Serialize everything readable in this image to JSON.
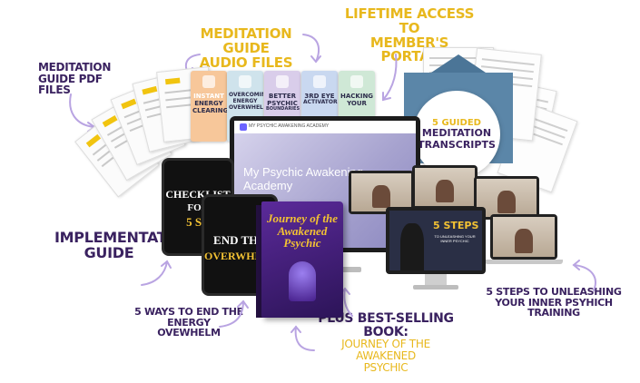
{
  "labels": {
    "meditation_guide_pdf": "MEDITATION GUIDE PDF FILES",
    "meditation_guide_audio_line1": "MEDITATION GUIDE",
    "meditation_guide_audio_line2": "AUDIO FILES",
    "lifetime_access_line1": "LIFETIME ACCESS TO",
    "lifetime_access_line2": "MEMBER'S PORTAL",
    "implementation_guide_line1": "IMPLEMENTATION",
    "implementation_guide_line2": "GUIDE",
    "five_ways_line1": "5 WAYS TO END THE",
    "five_ways_line2": "ENERGY OVEWHELM",
    "best_selling_book_line1": "PLUS BEST-SELLING BOOK:",
    "best_selling_book_line2": "JOURNEY OF THE AWAKENED",
    "best_selling_book_line3": "PSYCHIC",
    "five_steps_line1": "5 STEPS TO UNLEASHING",
    "five_steps_line2": "YOUR INNER PSYHICH",
    "five_steps_line3": "TRAINING"
  },
  "audio_cards": [
    {
      "line1": "INSTANT",
      "line2": "ENERGY",
      "line3": "CLEARING",
      "color": "#f7c79a"
    },
    {
      "line1": "OVERCOMING",
      "line2": "ENERGY",
      "line3": "OVERWHELM",
      "color": "#cfe3ec"
    },
    {
      "line1": "BETTER",
      "line2": "PSYCHIC",
      "line3": "BOUNDARIES",
      "color": "#d9cdea"
    },
    {
      "line1": "3RD EYE",
      "line2": "ACTIVATOR",
      "line3": "",
      "color": "#c9d8f0"
    },
    {
      "line1": "HACKING",
      "line2": "YOUR",
      "line3": "",
      "color": "#cfe8d6"
    }
  ],
  "transcripts": {
    "line1": "5 GUIDED",
    "line2": "MEDITATION",
    "line3": "TRANSCRIPTS"
  },
  "portal": {
    "title": "My Psychic Awakening Academy",
    "brand": "MY PSYCHIC AWAKENING ACADEMY"
  },
  "tablets": {
    "checklist_line1": "CHECKLIST",
    "checklist_line2": "FOR",
    "checklist_line3": "5 ST",
    "endthe_line1": "END THE",
    "endthe_line2": "OVERWHELM"
  },
  "book": {
    "title": "Journey of the Awakened Psychic"
  },
  "five_steps_screen": {
    "title": "5 STEPS",
    "subtitle": "TO UNLEASHING YOUR INNER PSYCHIC"
  },
  "colors": {
    "purple": "#3a2260",
    "gold": "#e8b81d",
    "arrow": "#b9a4e2"
  }
}
